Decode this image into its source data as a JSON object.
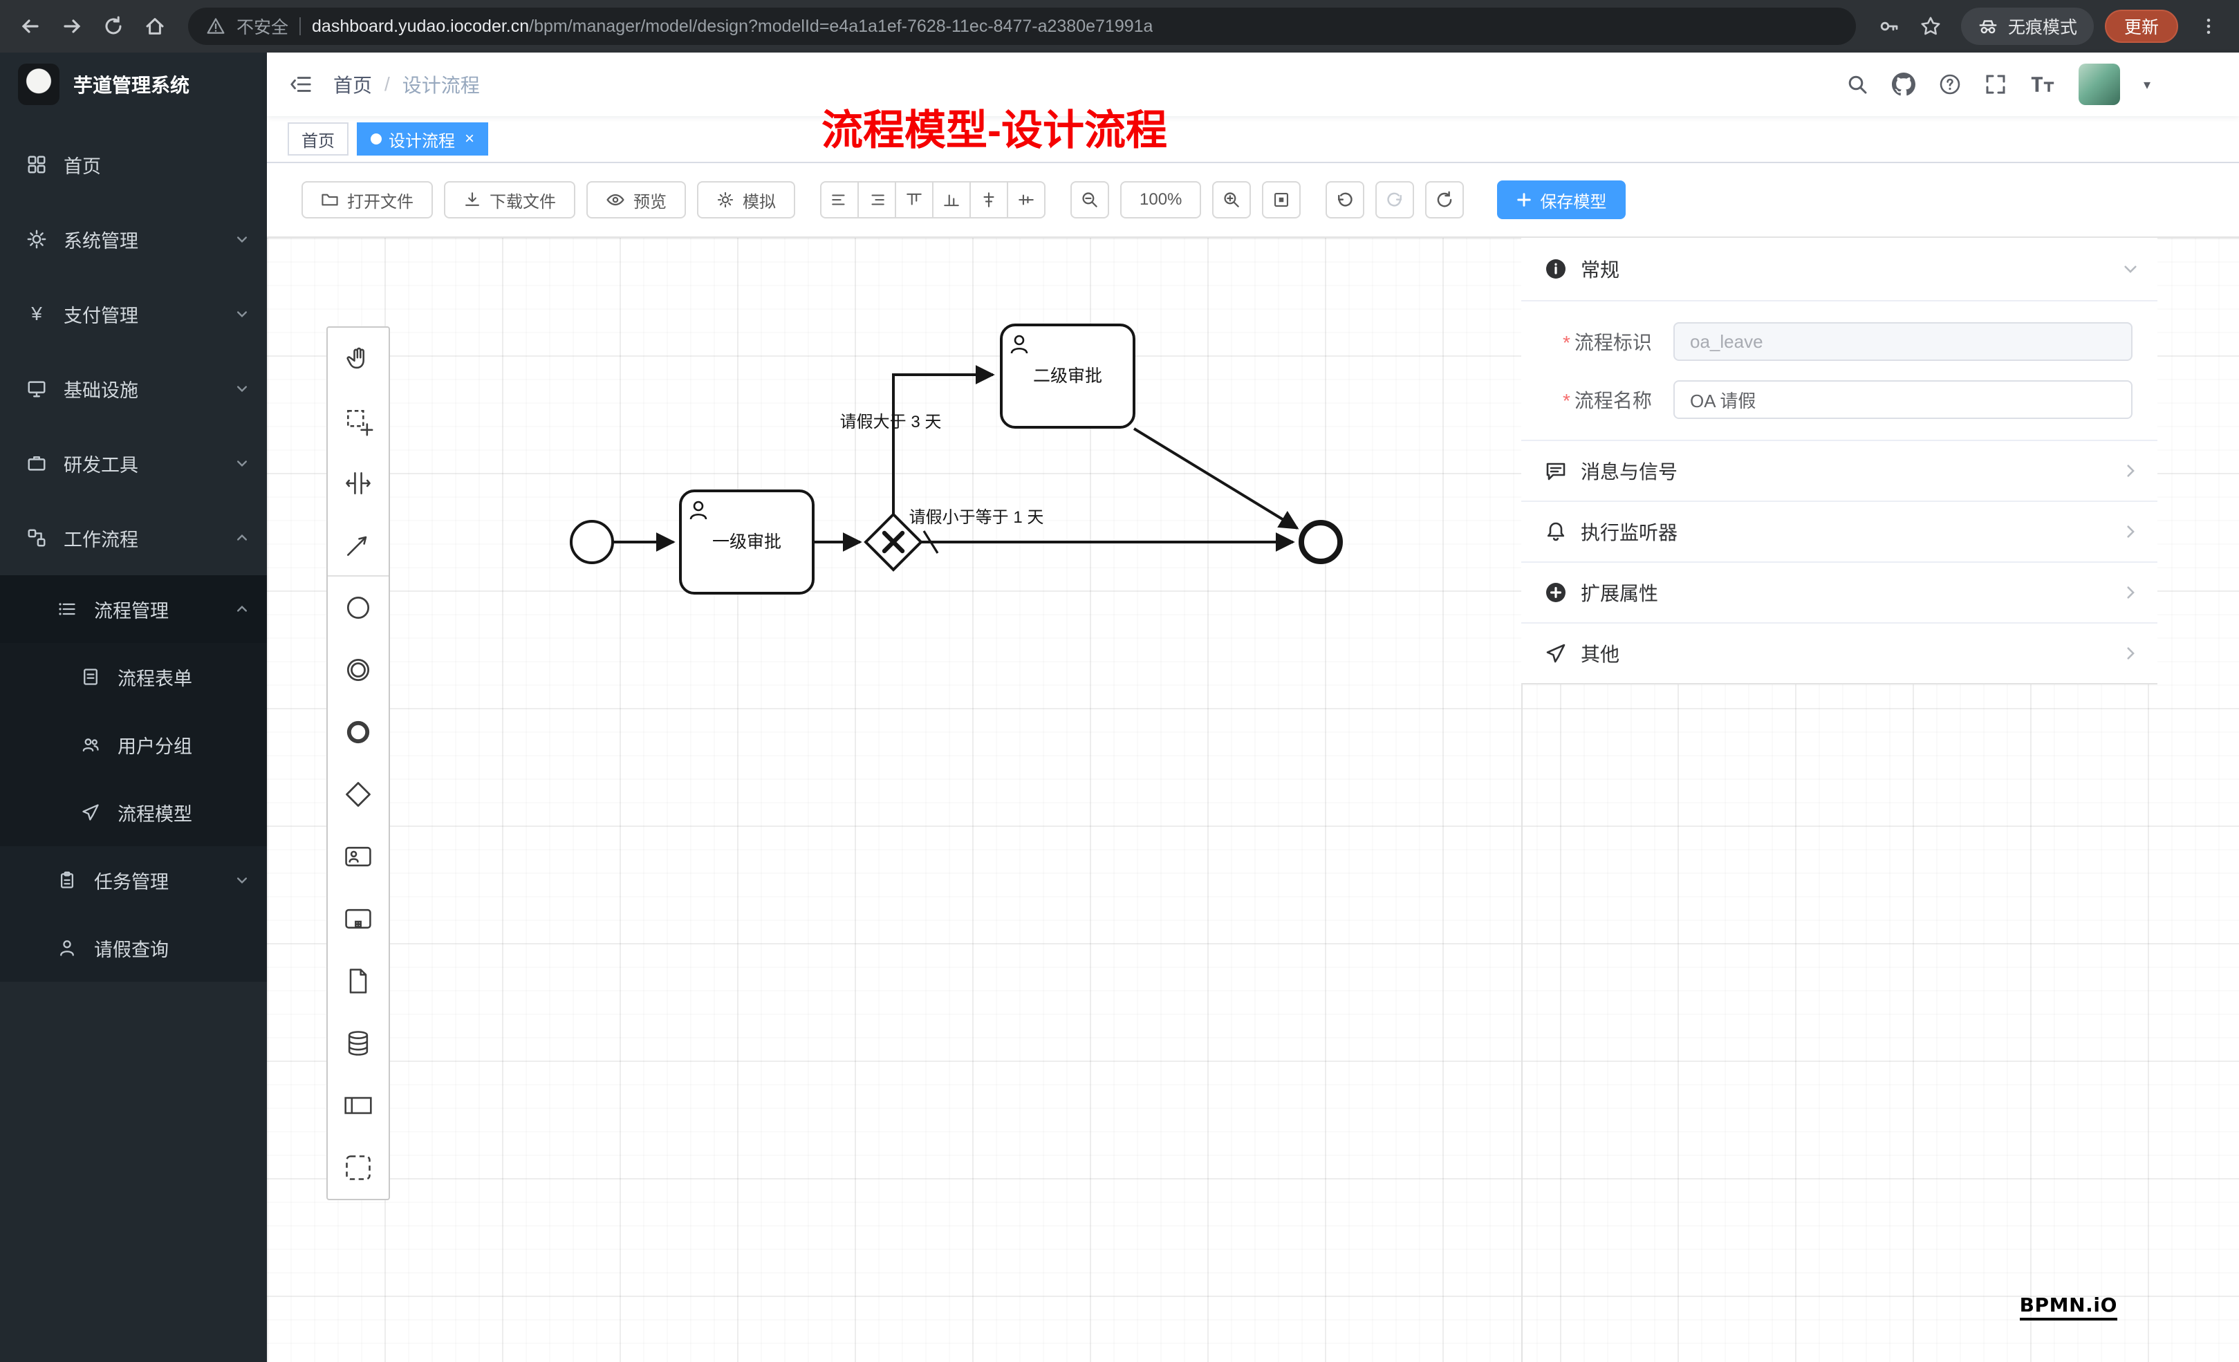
{
  "browser": {
    "security_label": "不安全",
    "url_domain": "dashboard.yudao.iocoder.cn",
    "url_path": "/bpm/manager/model/design?modelId=e4a1a1ef-7628-11ec-8477-a2380e71991a",
    "incognito_label": "无痕模式",
    "update_label": "更新"
  },
  "sidebar": {
    "app_title": "芋道管理系统",
    "items": {
      "home": "首页",
      "system": "系统管理",
      "pay": "支付管理",
      "infra": "基础设施",
      "dev": "研发工具",
      "workflow": "工作流程",
      "process_mgmt": "流程管理",
      "process_form": "流程表单",
      "user_group": "用户分组",
      "process_model": "流程模型",
      "task_mgmt": "任务管理",
      "leave_query": "请假查询"
    }
  },
  "navbar": {
    "breadcrumb_home": "首页",
    "breadcrumb_current": "设计流程"
  },
  "tags": {
    "home": "首页",
    "active": "设计流程",
    "close": "×"
  },
  "annotation": "流程模型-设计流程",
  "toolbar": {
    "open": "打开文件",
    "download": "下载文件",
    "preview": "预览",
    "simulate": "模拟",
    "zoom": "100%",
    "save": "保存模型"
  },
  "diagram": {
    "task1": "一级审批",
    "task2": "二级审批",
    "edge_gt3": "请假大于 3 天",
    "edge_le1": "请假小于等于 1 天"
  },
  "panel": {
    "general_title": "常规",
    "key_label": "流程标识",
    "key_value": "oa_leave",
    "name_label": "流程名称",
    "name_value": "OA 请假",
    "section_message": "消息与信号",
    "section_listener": "执行监听器",
    "section_ext": "扩展属性",
    "section_other": "其他"
  },
  "watermark": "BPMN.iO"
}
